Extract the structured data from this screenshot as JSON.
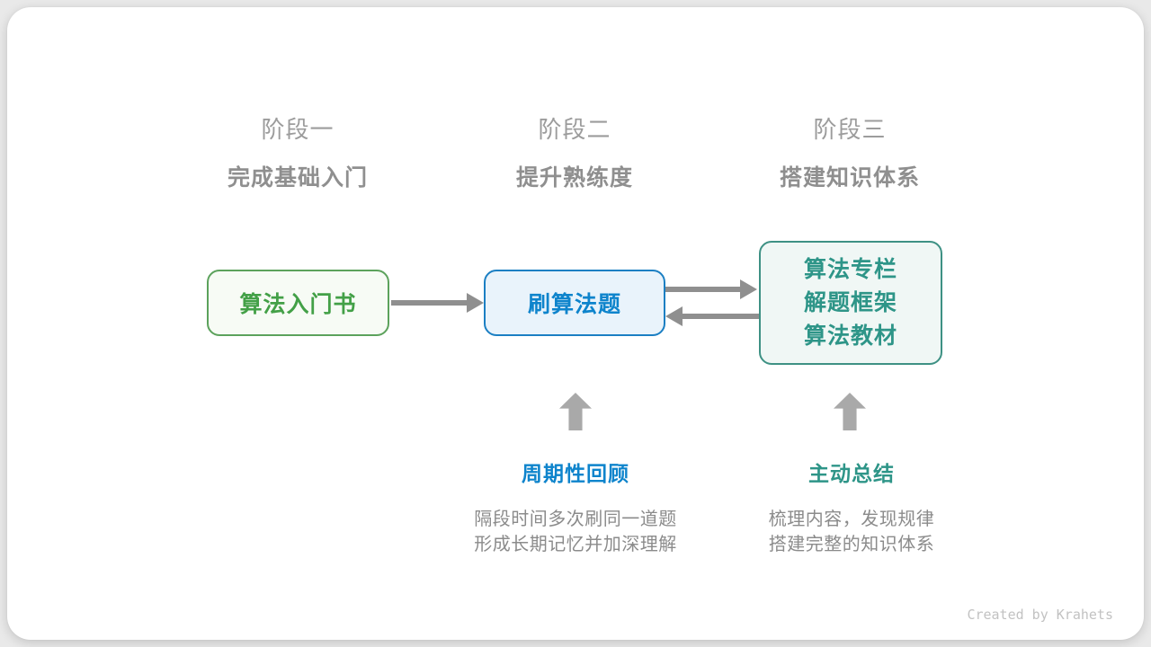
{
  "stages": [
    {
      "label": "阶段一",
      "title": "完成基础入门"
    },
    {
      "label": "阶段二",
      "title": "提升熟练度"
    },
    {
      "label": "阶段三",
      "title": "搭建知识体系"
    }
  ],
  "boxes": {
    "intro": {
      "text": "算法入门书"
    },
    "practice": {
      "text": "刷算法题"
    },
    "advanced": {
      "lines": [
        "算法专栏",
        "解题框架",
        "算法教材"
      ]
    }
  },
  "annotations": {
    "review": {
      "title": "周期性回顾",
      "lines": [
        "隔段时间多次刷同一道题",
        "形成长期记忆并加深理解"
      ]
    },
    "summary": {
      "title": "主动总结",
      "lines": [
        "梳理内容，发现规律",
        "搭建完整的知识体系"
      ]
    }
  },
  "colors": {
    "page_bg": "#e9e9e9",
    "card_bg": "#ffffff",
    "stage_label": "#9c9c9c",
    "stage_title": "#8f8f8f",
    "green_border": "#5ca25c",
    "green_text": "#43a047",
    "green_bg": "#f7fbf5",
    "blue_border": "#1b7fc3",
    "blue_text": "#0e84cc",
    "blue_bg": "#e9f3fb",
    "teal_border": "#3e9184",
    "teal_text": "#2e9588",
    "teal_bg": "#f0f7f5",
    "connector_arrow": "#8f8f8f",
    "up_arrow": "#a9a9a9",
    "credit_text": "#c2c2c2"
  },
  "credit": "Created by Krahets"
}
